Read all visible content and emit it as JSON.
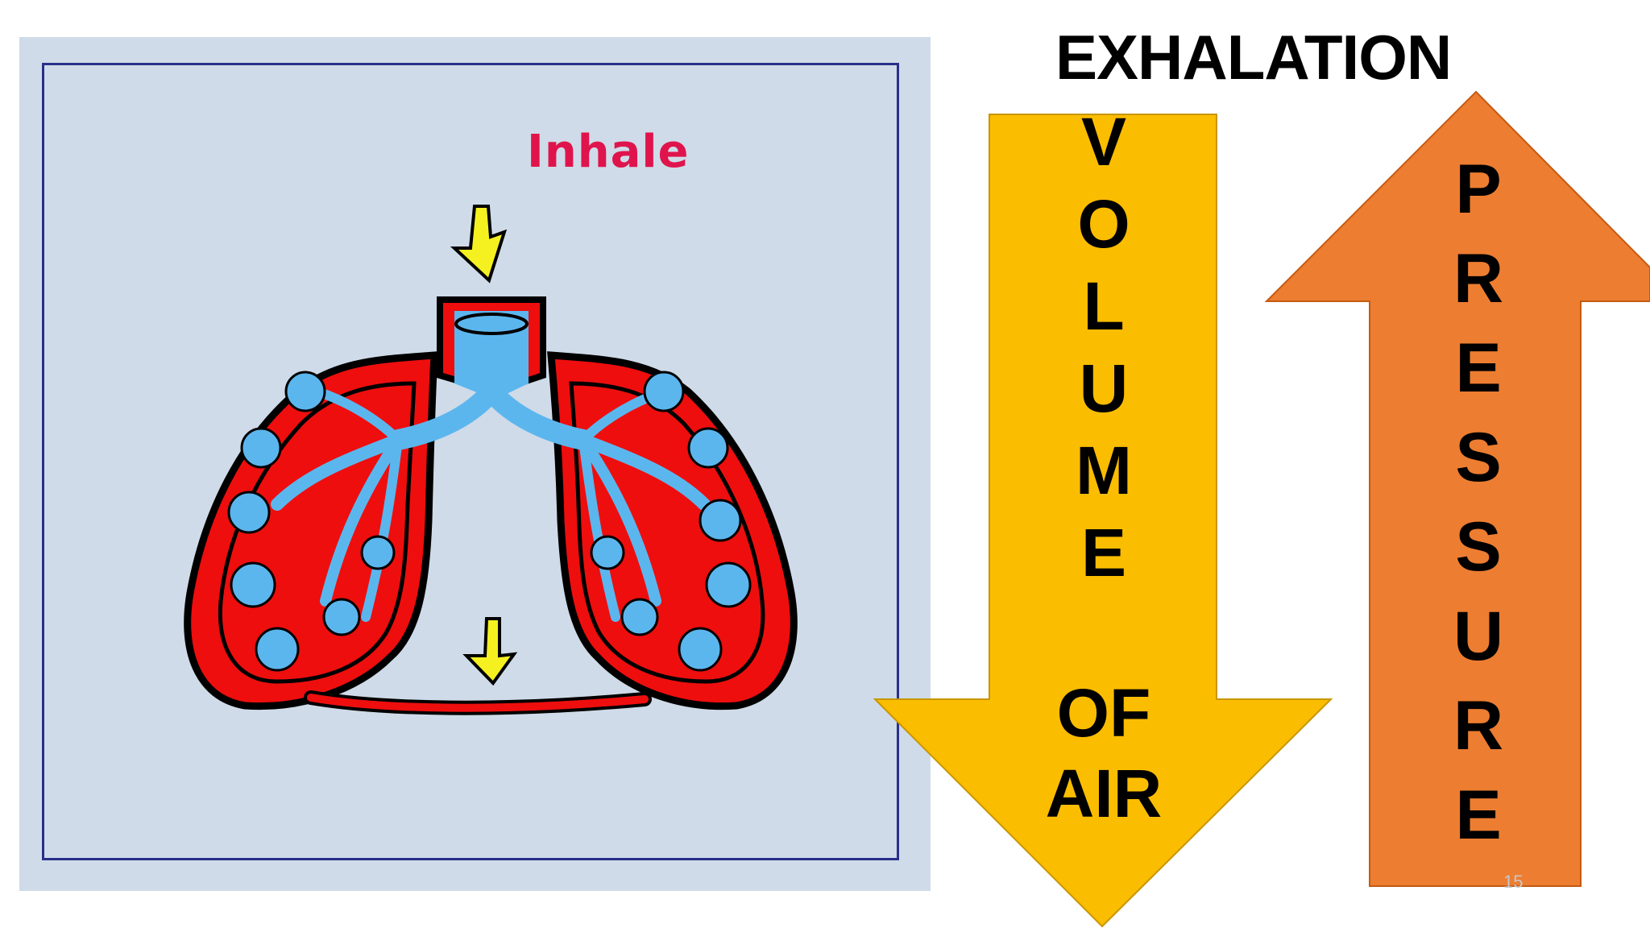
{
  "slide": {
    "title": "EXHALATION",
    "page_number": "15"
  },
  "illustration": {
    "label": "Inhale",
    "colors": {
      "panel_background": "#cfdbe8",
      "frame": "#2a2f8a",
      "lung_tissue": "#ee0e0e",
      "airway": "#5cb6ee",
      "arrow": "#f5f020",
      "label": "#e0144c"
    }
  },
  "down_arrow": {
    "word_letters": [
      "V",
      "O",
      "L",
      "U",
      "M",
      "E"
    ],
    "line_1": "OF",
    "line_2": "AIR",
    "color": "#fbbd00"
  },
  "up_arrow": {
    "word_letters": [
      "P",
      "R",
      "E",
      "S",
      "S",
      "U",
      "R",
      "E"
    ],
    "color": "#ed7d31"
  }
}
